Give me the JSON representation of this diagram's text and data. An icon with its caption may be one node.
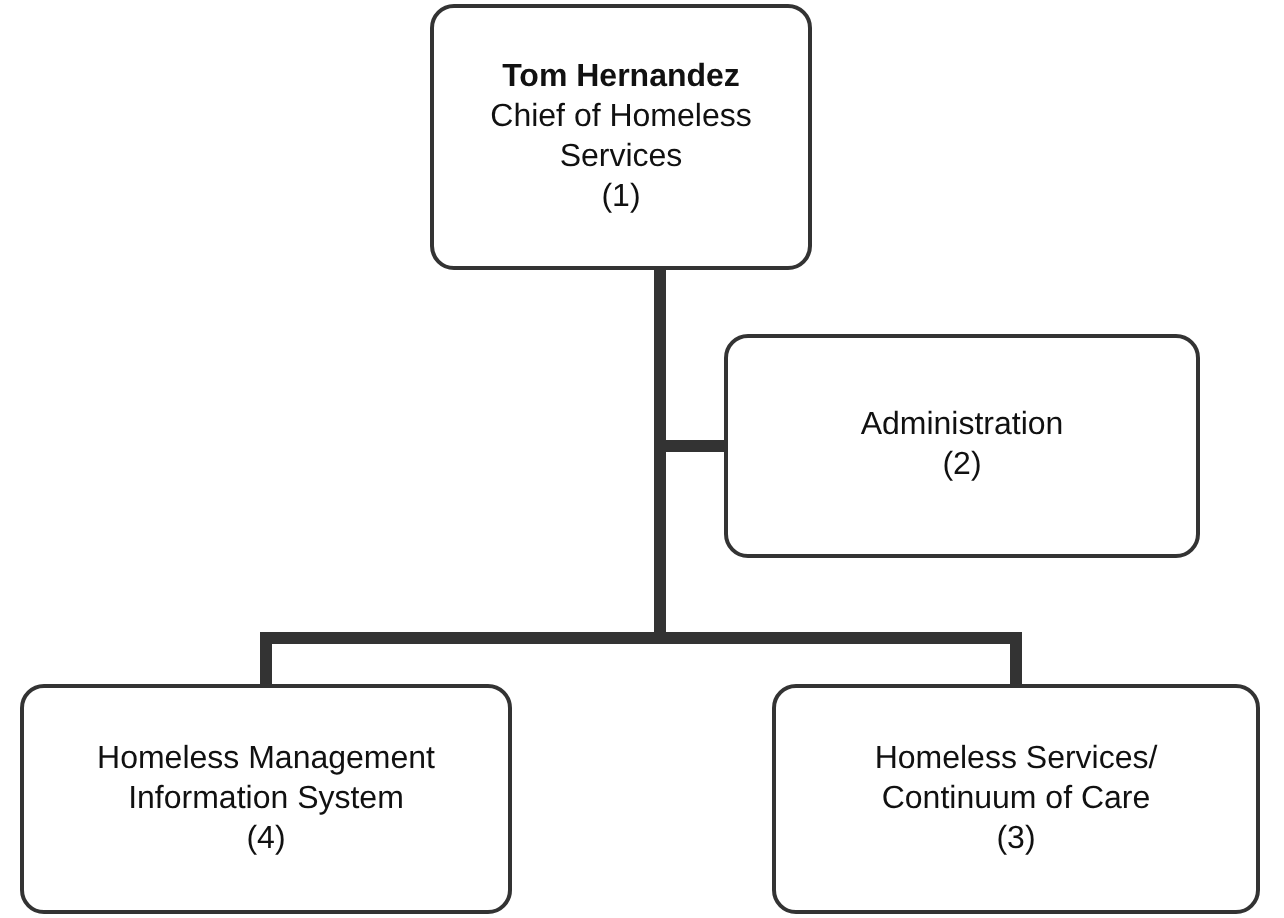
{
  "diagram": {
    "nodes": [
      {
        "text": [
          "Tom Hernandez",
          "Chief of Homeless Services",
          "(1)"
        ]
      },
      {
        "text": [
          "Administration",
          "(2)"
        ]
      },
      {
        "text": [
          "Homeless Management Information System",
          "(4)"
        ]
      },
      {
        "text": [
          "Homeless Services/ Continuum of Care",
          "(3)"
        ]
      }
    ],
    "edges": [
      {
        "from": 0,
        "to": 1,
        "arrow": "none"
      },
      {
        "from": 0,
        "to": 2,
        "arrow": "none"
      },
      {
        "from": 0,
        "to": 3,
        "arrow": "none"
      }
    ]
  }
}
